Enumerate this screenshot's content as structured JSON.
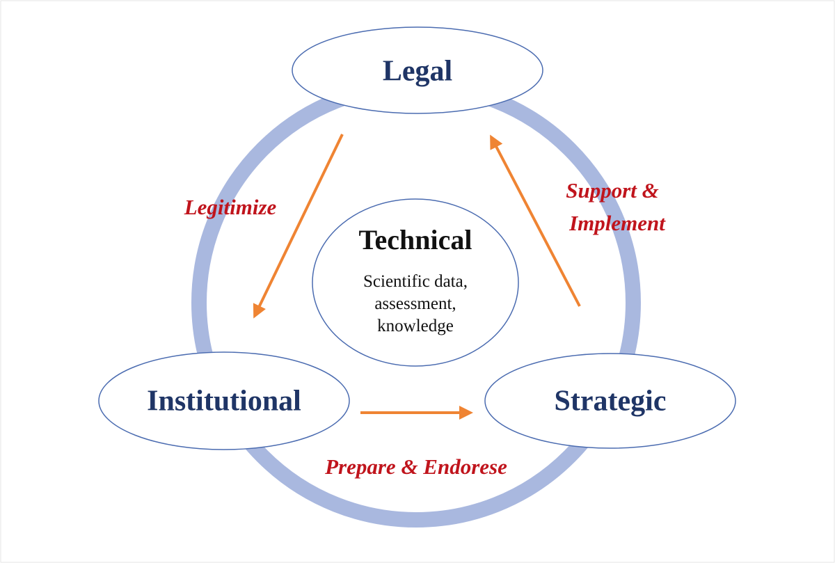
{
  "colors": {
    "ring": "#a9b8df",
    "ellipse_stroke": "#4a6bb0",
    "arrow": "#ef8433",
    "node_text": "#1f3566",
    "relation_text": "#c0141c"
  },
  "nodes": {
    "legal": "Legal",
    "institutional": "Institutional",
    "strategic": "Strategic",
    "technical": {
      "title": "Technical",
      "lines": [
        "Scientific data,",
        "assessment,",
        "knowledge"
      ]
    }
  },
  "relations": {
    "legitimize": "Legitimize",
    "support_line1": "Support &",
    "support_line2": "Implement",
    "prepare": "Prepare & Endorese"
  }
}
